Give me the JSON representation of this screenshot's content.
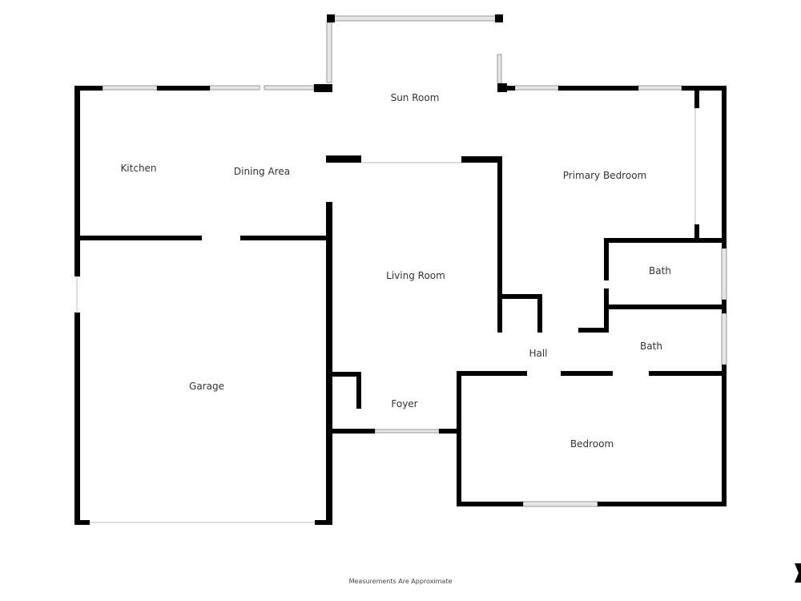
{
  "floorplan": {
    "rooms": {
      "sun_room": "Sun Room",
      "kitchen": "Kitchen",
      "dining_area": "Dining Area",
      "primary_bedroom": "Primary Bedroom",
      "living_room": "Living Room",
      "bath_1": "Bath",
      "bath_2": "Bath",
      "hall": "Hall",
      "garage": "Garage",
      "foyer": "Foyer",
      "bedroom": "Bedroom"
    },
    "footer_note": "Measurements Are Approximate",
    "colors": {
      "wall": "#000000",
      "window": "#e6e6e6"
    }
  }
}
